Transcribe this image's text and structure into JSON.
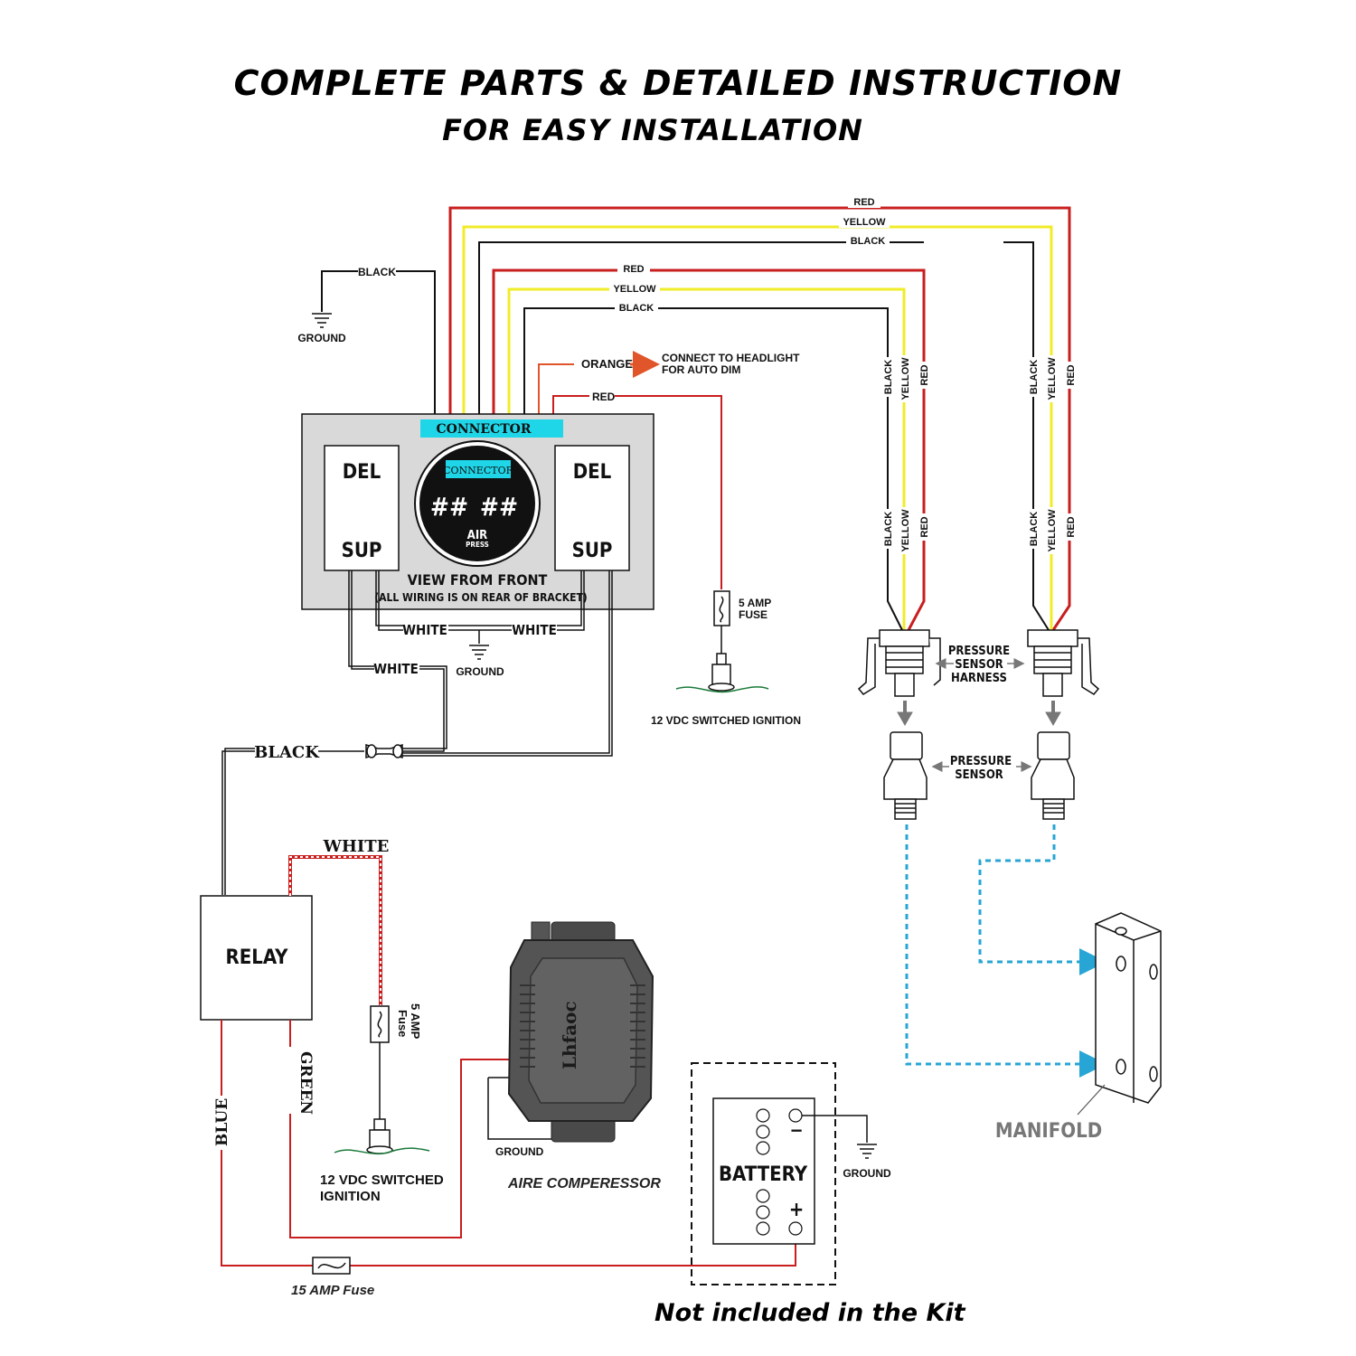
{
  "title": {
    "line1": "COMPLETE PARTS & DETAILED INSTRUCTION",
    "line2": "FOR EASY INSTALLATION"
  },
  "colors": {
    "red": "#c81e1e",
    "yellow": "#f0ec28",
    "black": "#111111",
    "orange": "#e0552a",
    "cyan": "#1fd6e8",
    "dashed_line": "#27a6d6",
    "panel_bg": "#d9d9d9",
    "gauge": "#111111",
    "manifold_label": "#777777"
  },
  "wires": {
    "red": "RED",
    "yellow": "YELLOW",
    "black": "BLACK",
    "orange": "ORANGE",
    "white": "WHITE",
    "blue": "BLUE",
    "green": "GREEN"
  },
  "labels": {
    "ground": "GROUND",
    "connector": "CONNECTOR",
    "headlight_line1": "CONNECT TO HEADLIGHT",
    "headlight_line2": "FOR AUTO DIM",
    "fuse5_line1": "5 AMP",
    "fuse5_line2": "FUSE",
    "ignition_top": "12 VDC SWITCHED IGNITION",
    "harness_line1": "PRESSURE",
    "harness_line2": "SENSOR",
    "harness_line3": "HARNESS",
    "sensor_line1": "PRESSURE",
    "sensor_line2": "SENSOR",
    "manifold": "MANIFOLD",
    "relay": "RELAY",
    "fuse5b_line1": "5 AMP",
    "fuse5b_line2": "Fuse",
    "ignition_bottom_line1": "12 VDC SWITCHED",
    "ignition_bottom_line2": "IGNITION",
    "compressor": "AIRE COMPERESSOR",
    "fuse15": "15 AMP Fuse",
    "battery": "BATTERY",
    "minus": "−",
    "plus": "+",
    "not_included": "Not included in the Kit",
    "brand": "Lhfaoc"
  },
  "panel": {
    "left_top": "DEL",
    "left_bottom": "SUP",
    "right_top": "DEL",
    "right_bottom": "SUP",
    "gauge_connector": "CONNECTOR",
    "gauge_readout_left": "##",
    "gauge_readout_right": "##",
    "gauge_label": "AIR",
    "gauge_sub": "PRESS",
    "caption": "VIEW FROM FRONT",
    "sub_caption": "(ALL WIRING IS ON REAR OF BRACKET)"
  }
}
